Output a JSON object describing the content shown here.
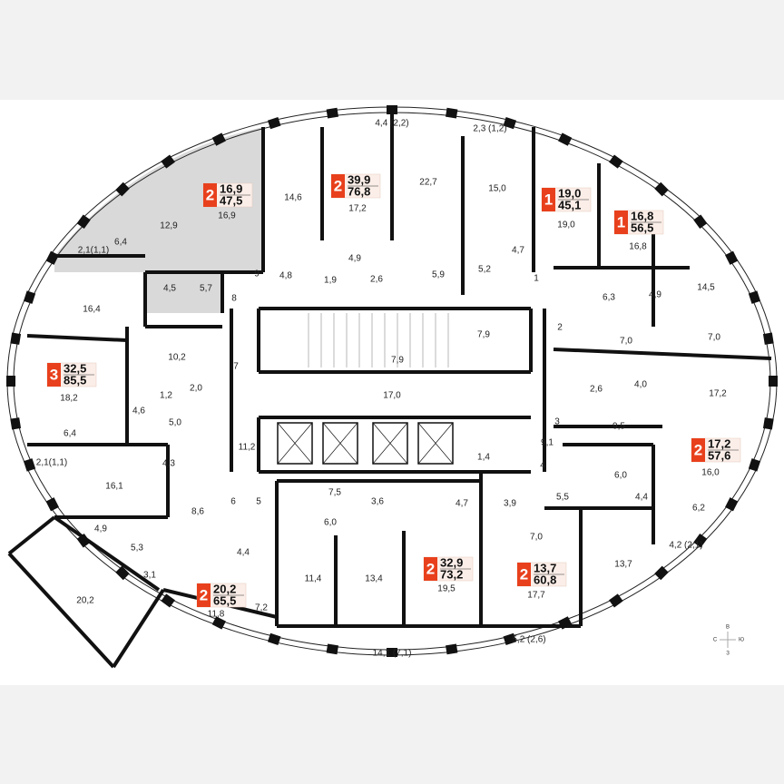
{
  "colors": {
    "badge": "#e8401c",
    "selected_apartment": "#d9d9d9",
    "walls": "#111111"
  },
  "apartments": [
    {
      "rooms": "2",
      "living": "16,9",
      "total": "47,5",
      "selected": true
    },
    {
      "rooms": "2",
      "living": "39,9",
      "total": "76,8"
    },
    {
      "rooms": "1",
      "living": "19,0",
      "total": "45,1"
    },
    {
      "rooms": "1",
      "living": "16,8",
      "total": "56,5"
    },
    {
      "rooms": "3",
      "living": "32,5",
      "total": "85,5"
    },
    {
      "rooms": "2",
      "living": "17,2",
      "total": "57,6"
    },
    {
      "rooms": "2",
      "living": "20,2",
      "total": "65,5"
    },
    {
      "rooms": "2",
      "living": "32,9",
      "total": "73,2"
    },
    {
      "rooms": "2",
      "living": "13,7",
      "total": "60,8"
    }
  ],
  "room_labels": [
    "16,9",
    "12,9",
    "6,4",
    "2,1(1,1)",
    "14,6",
    "17,2",
    "4,4 (2,2)",
    "22,7",
    "2,3 (1,2)",
    "15,0",
    "19,0",
    "16,8",
    "14,5",
    "4,9",
    "6,3",
    "7,0",
    "7,0",
    "4,7",
    "5,2",
    "5,9",
    "1",
    "2",
    "4,9",
    "4,8",
    "9",
    "1,9",
    "2,6",
    "4,5",
    "5,7",
    "8",
    "16,4",
    "7,9",
    "7,9",
    "10,2",
    "7",
    "18,2",
    "1,2",
    "2,0",
    "4,6",
    "5,0",
    "17,0",
    "17,2",
    "2,6",
    "4,0",
    "6,4",
    "4,3",
    "11,2",
    "9,5",
    "3",
    "9,1",
    "1,4",
    "2,1(1,1)",
    "16,1",
    "16,0",
    "6,0",
    "4",
    "5,5",
    "4,4",
    "6,2",
    "4,2 (2,1)",
    "7,5",
    "3,6",
    "4,7",
    "3,9",
    "6",
    "5",
    "8,6",
    "6,0",
    "4,9",
    "5,3",
    "4,4",
    "7,0",
    "3,1",
    "11,4",
    "13,4",
    "13,7",
    "20,2",
    "11,8",
    "7,2",
    "19,5",
    "17,7",
    "14,1 (7,1)",
    "5,2 (2,6)"
  ],
  "compass": {
    "north": "В",
    "west": "С",
    "east": "Ю",
    "south": "З",
    "icon": "compass-icon"
  }
}
